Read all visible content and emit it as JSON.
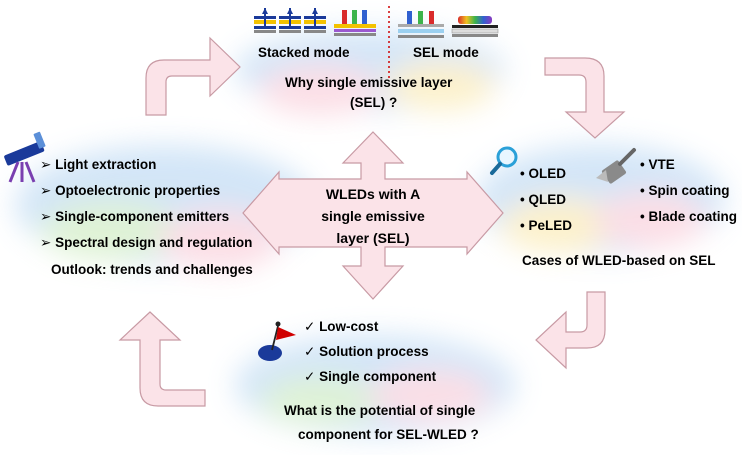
{
  "top": {
    "stacked_label": "Stacked mode",
    "sel_label": "SEL mode",
    "question_line1": "Why single emissive layer",
    "question_line2": "(SEL) ?"
  },
  "center": {
    "line1": "WLEDs with A",
    "line2": "single emissive",
    "line3": "layer  (SEL)"
  },
  "left": {
    "items": [
      "Light extraction",
      "Optoelectronic properties",
      "Single-component emitters",
      "Spectral design and regulation"
    ],
    "outlook": "Outlook: trends and challenges"
  },
  "right": {
    "devices": [
      "OLED",
      "QLED",
      "PeLED"
    ],
    "methods": [
      "VTE",
      "Spin coating",
      "Blade coating"
    ],
    "caption": "Cases of WLED-based on SEL"
  },
  "bottom": {
    "advantages": [
      "Low-cost",
      "Solution process",
      "Single component"
    ],
    "question_line1": "What is the potential of single",
    "question_line2": "component for SEL-WLED ?"
  },
  "icons": {
    "telescope": "telescope-icon",
    "magnifier": "magnifier-icon",
    "brush": "brush-icon",
    "flag": "flag-icon"
  },
  "colors": {
    "arrow_fill": "#fbe3e8",
    "arrow_stroke": "#c89aa4",
    "blue_dark": "#1a3a9a",
    "divider_red": "#d00000"
  }
}
